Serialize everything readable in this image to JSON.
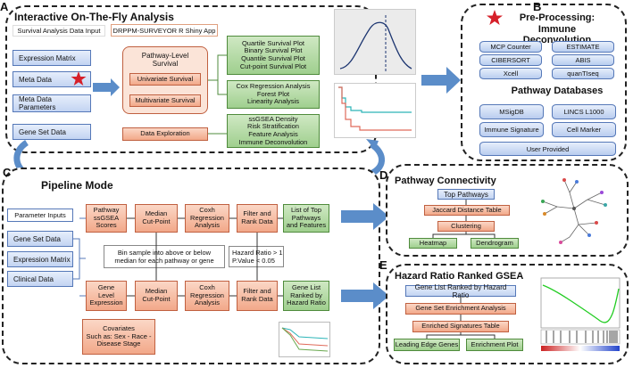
{
  "panels": {
    "A": {
      "letter": "A",
      "title": "Interactive On-The-Fly Analysis"
    },
    "B": {
      "letter": "B",
      "title": "Pre-Processing:\nImmune Deconvolution",
      "subtitle": "Pathway Databases"
    },
    "C": {
      "letter": "C",
      "title": "Pipeline Mode"
    },
    "D": {
      "letter": "D",
      "title": "Pathway Connectivity"
    },
    "E": {
      "letter": "E",
      "title": "Hazard Ratio Ranked GSEA"
    }
  },
  "panelA": {
    "header_left": "Survival Analysis Data Input",
    "header_right": "DRPPM-SURVEYOR R Shiny App",
    "inputs": [
      "Expression Matrix",
      "Meta Data",
      "Meta Data Parameters",
      "Gene Set Data"
    ],
    "pathway_level": "Pathway-Level\nSurvival",
    "univariate": "Univariate Survival",
    "multivariate": "Multivariate Survival",
    "data_exploration": "Data Exploration",
    "green1": "Quartile Survival Plot\nBinary Survival Plot\nQuantile Survival Plot\nCut-point Survival Plot",
    "green2": "Cox Regression Analysis\nForest Plot\nLinearity Analysis",
    "green3": "ssGSEA Density\nRisk Stratification\nFeature Analysis\nImmune Deconvolution"
  },
  "panelB": {
    "immune_left": [
      "MCP Counter",
      "CIBERSORT",
      "Xcell"
    ],
    "immune_right": [
      "ESTIMATE",
      "ABIS",
      "quanTIseq"
    ],
    "db_left": [
      "MSigDB",
      "Immune Signature"
    ],
    "db_right": [
      "LINCS L1000",
      "Cell Marker"
    ],
    "user": "User Provided"
  },
  "panelC": {
    "param": "Parameter Inputs",
    "inputs": [
      "Gene Set Data",
      "Expression Matrix",
      "Clinical Data"
    ],
    "top_row": [
      "Pathway\nssGSEA\nScores",
      "Median\nCut-Point",
      "Coxh\nRegression\nAnalysis",
      "Filter and\nRank Data",
      "List of Top\nPathways\nand Features"
    ],
    "bottom_row": [
      "Gene\nLevel\nExpression",
      "Median\nCut-Point",
      "Coxh\nRegression\nAnalysis",
      "Filter and\nRank Data",
      "Gene List\nRanked by\nHazard Ratio"
    ],
    "bin_note": "Bin sample into above or below\nmedian for each pathway or gene",
    "hazard_note": "Hazard Ratio > 1\nP.Value < 0.05",
    "covariates": "Covariates\nSuch as: Sex - Race -\nDisease Stage"
  },
  "panelD": {
    "top": "Top Pathways",
    "jaccard": "Jaccard Distance Table",
    "clustering": "Clustering",
    "heatmap": "Heatmap",
    "dendrogram": "Dendrogram"
  },
  "panelE": {
    "ranked": "Gene List Ranked by Hazard Ratio",
    "gsea": "Gene Set Enrichment Analysis",
    "enriched": "Enriched Signatures Table",
    "leading": "Leading Edge Genes",
    "plot": "Enrichment Plot"
  },
  "colors": {
    "blue": "#c3d4f2",
    "orange": "#f2a889",
    "green": "#9fcf8e",
    "arrow": "#5b8dc9",
    "star": "#d6202a"
  }
}
